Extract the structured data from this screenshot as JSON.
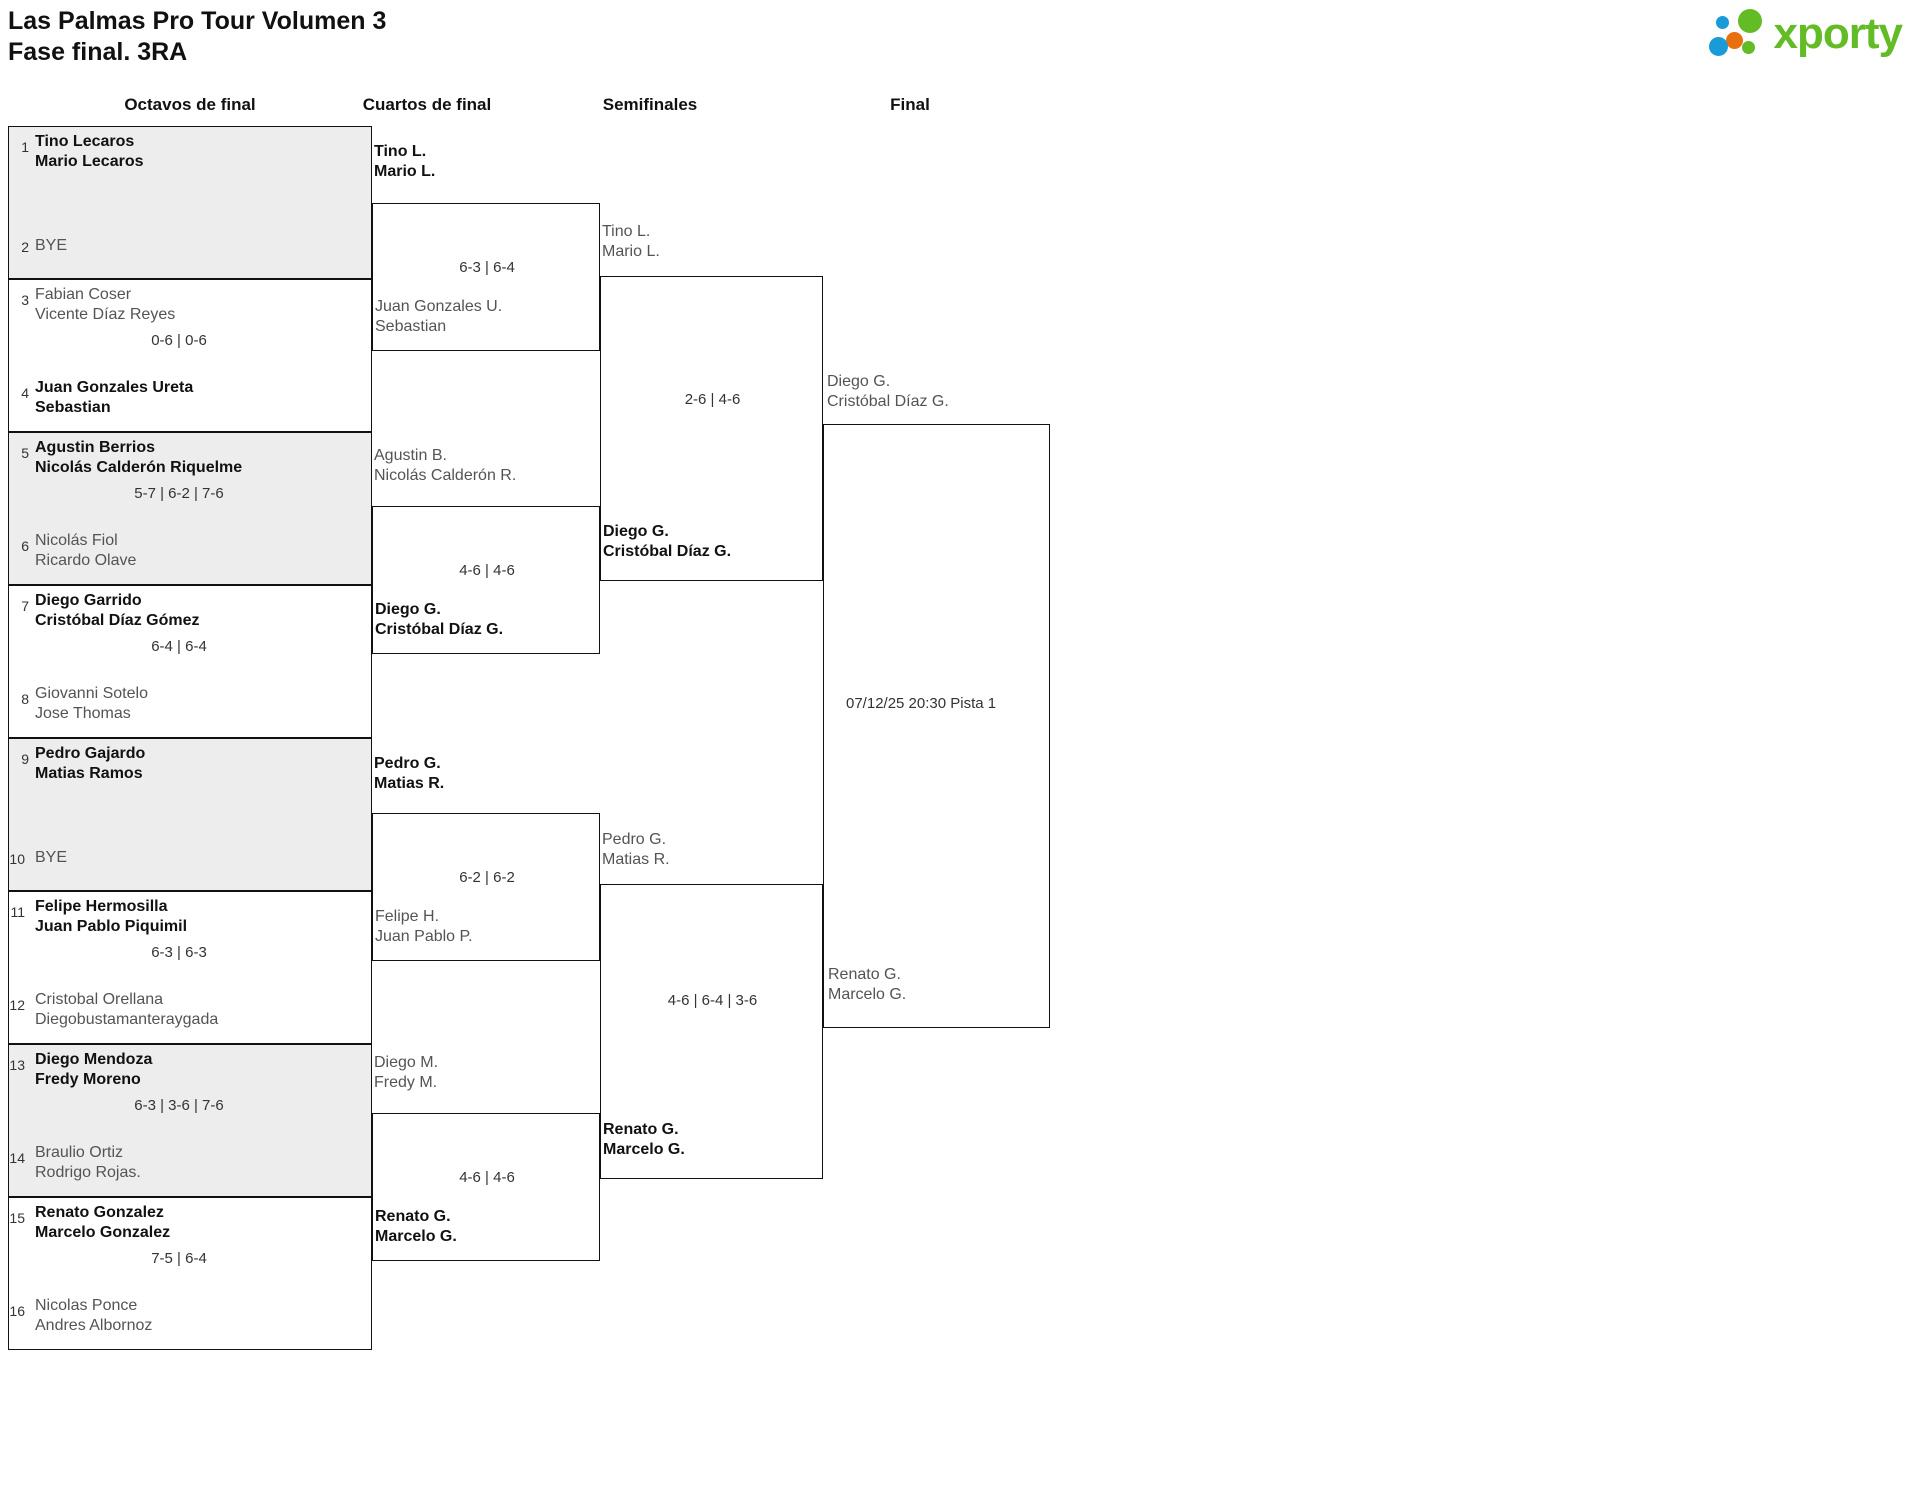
{
  "header": {
    "title_line1": "Las Palmas Pro Tour Volumen 3",
    "title_line2": "Fase final. 3RA",
    "logo_text": "xporty",
    "logo_colors": {
      "green": "#63bb26",
      "orange": "#e8700f",
      "blue": "#1a9ad7"
    }
  },
  "rounds": [
    {
      "name": "octavos",
      "label": "Octavos de final"
    },
    {
      "name": "cuartos",
      "label": "Cuartos de final"
    },
    {
      "name": "semis",
      "label": "Semifinales"
    },
    {
      "name": "final",
      "label": "Final"
    }
  ],
  "bracket": {
    "round_of_16": [
      {
        "match": 1,
        "shaded": true,
        "score": "",
        "top": {
          "seed": "1",
          "line1": "Tino Lecaros",
          "line2": "Mario Lecaros",
          "winner": true,
          "bye": false
        },
        "bottom": {
          "seed": "2",
          "line1": "BYE",
          "line2": "",
          "winner": false,
          "bye": true
        }
      },
      {
        "match": 2,
        "shaded": false,
        "score": "0-6 | 0-6",
        "top": {
          "seed": "3",
          "line1": "Fabian Coser",
          "line2": "Vicente Díaz Reyes",
          "winner": false,
          "bye": false
        },
        "bottom": {
          "seed": "4",
          "line1": "Juan Gonzales Ureta",
          "line2": "Sebastian",
          "winner": true,
          "bye": false
        }
      },
      {
        "match": 3,
        "shaded": true,
        "score": "5-7 | 6-2 | 7-6",
        "top": {
          "seed": "5",
          "line1": "Agustin Berrios",
          "line2": "Nicolás Calderón Riquelme",
          "winner": true,
          "bye": false
        },
        "bottom": {
          "seed": "6",
          "line1": "Nicolás Fiol",
          "line2": "Ricardo Olave",
          "winner": false,
          "bye": false
        }
      },
      {
        "match": 4,
        "shaded": false,
        "score": "6-4 | 6-4",
        "top": {
          "seed": "7",
          "line1": "Diego Garrido",
          "line2": "Cristóbal Díaz Gómez",
          "winner": true,
          "bye": false
        },
        "bottom": {
          "seed": "8",
          "line1": "Giovanni Sotelo",
          "line2": "Jose Thomas",
          "winner": false,
          "bye": false
        }
      },
      {
        "match": 5,
        "shaded": true,
        "score": "",
        "top": {
          "seed": "9",
          "line1": "Pedro Gajardo",
          "line2": "Matias Ramos",
          "winner": true,
          "bye": false
        },
        "bottom": {
          "seed": "10",
          "line1": "BYE",
          "line2": "",
          "winner": false,
          "bye": true
        }
      },
      {
        "match": 6,
        "shaded": false,
        "score": "6-3 | 6-3",
        "top": {
          "seed": "11",
          "line1": "Felipe Hermosilla",
          "line2": "Juan Pablo Piquimil",
          "winner": true,
          "bye": false
        },
        "bottom": {
          "seed": "12",
          "line1": "Cristobal Orellana",
          "line2": "Diegobustamanteraygada",
          "winner": false,
          "bye": false
        }
      },
      {
        "match": 7,
        "shaded": true,
        "score": "6-3 | 3-6 | 7-6",
        "top": {
          "seed": "13",
          "line1": "Diego Mendoza",
          "line2": "Fredy Moreno",
          "winner": true,
          "bye": false
        },
        "bottom": {
          "seed": "14",
          "line1": "Braulio Ortiz",
          "line2": "Rodrigo Rojas.",
          "winner": false,
          "bye": false
        }
      },
      {
        "match": 8,
        "shaded": false,
        "score": "7-5 | 6-4",
        "top": {
          "seed": "15",
          "line1": "Renato Gonzalez",
          "line2": "Marcelo Gonzalez",
          "winner": true,
          "bye": false
        },
        "bottom": {
          "seed": "16",
          "line1": "Nicolas Ponce",
          "line2": "Andres Albornoz",
          "winner": false,
          "bye": false
        }
      }
    ],
    "quarterfinals": [
      {
        "match": 1,
        "score": "6-3 | 6-4",
        "top": {
          "line1": "Tino L.",
          "line2": "Mario L.",
          "winner": true
        },
        "bottom": {
          "line1": "Juan Gonzales U.",
          "line2": "Sebastian",
          "winner": false
        }
      },
      {
        "match": 2,
        "score": "4-6 | 4-6",
        "top": {
          "line1": "Agustin B.",
          "line2": "Nicolás Calderón R.",
          "winner": false
        },
        "bottom": {
          "line1": "Diego G.",
          "line2": "Cristóbal Díaz G.",
          "winner": true
        }
      },
      {
        "match": 3,
        "score": "6-2 | 6-2",
        "top": {
          "line1": "Pedro G.",
          "line2": "Matias R.",
          "winner": true
        },
        "bottom": {
          "line1": "Felipe H.",
          "line2": "Juan Pablo P.",
          "winner": false
        }
      },
      {
        "match": 4,
        "score": "4-6 | 4-6",
        "top": {
          "line1": "Diego M.",
          "line2": "Fredy M.",
          "winner": false
        },
        "bottom": {
          "line1": "Renato G.",
          "line2": "Marcelo G.",
          "winner": true
        }
      }
    ],
    "semifinals": [
      {
        "match": 1,
        "score": "2-6 | 4-6",
        "top": {
          "line1": "Tino L.",
          "line2": "Mario L.",
          "winner": false
        },
        "bottom": {
          "line1": "Diego G.",
          "line2": "Cristóbal Díaz G.",
          "winner": true
        }
      },
      {
        "match": 2,
        "score": "4-6 | 6-4 | 3-6",
        "top": {
          "line1": "Pedro G.",
          "line2": "Matias R.",
          "winner": false
        },
        "bottom": {
          "line1": "Renato G.",
          "line2": "Marcelo G.",
          "winner": true
        }
      }
    ],
    "final": {
      "match": 1,
      "schedule": "07/12/25 20:30 Pista 1",
      "top": {
        "line1": "Diego G.",
        "line2": "Cristóbal Díaz G.",
        "winner": false
      },
      "bottom": {
        "line1": "Renato G.",
        "line2": "Marcelo G.",
        "winner": false
      }
    }
  }
}
